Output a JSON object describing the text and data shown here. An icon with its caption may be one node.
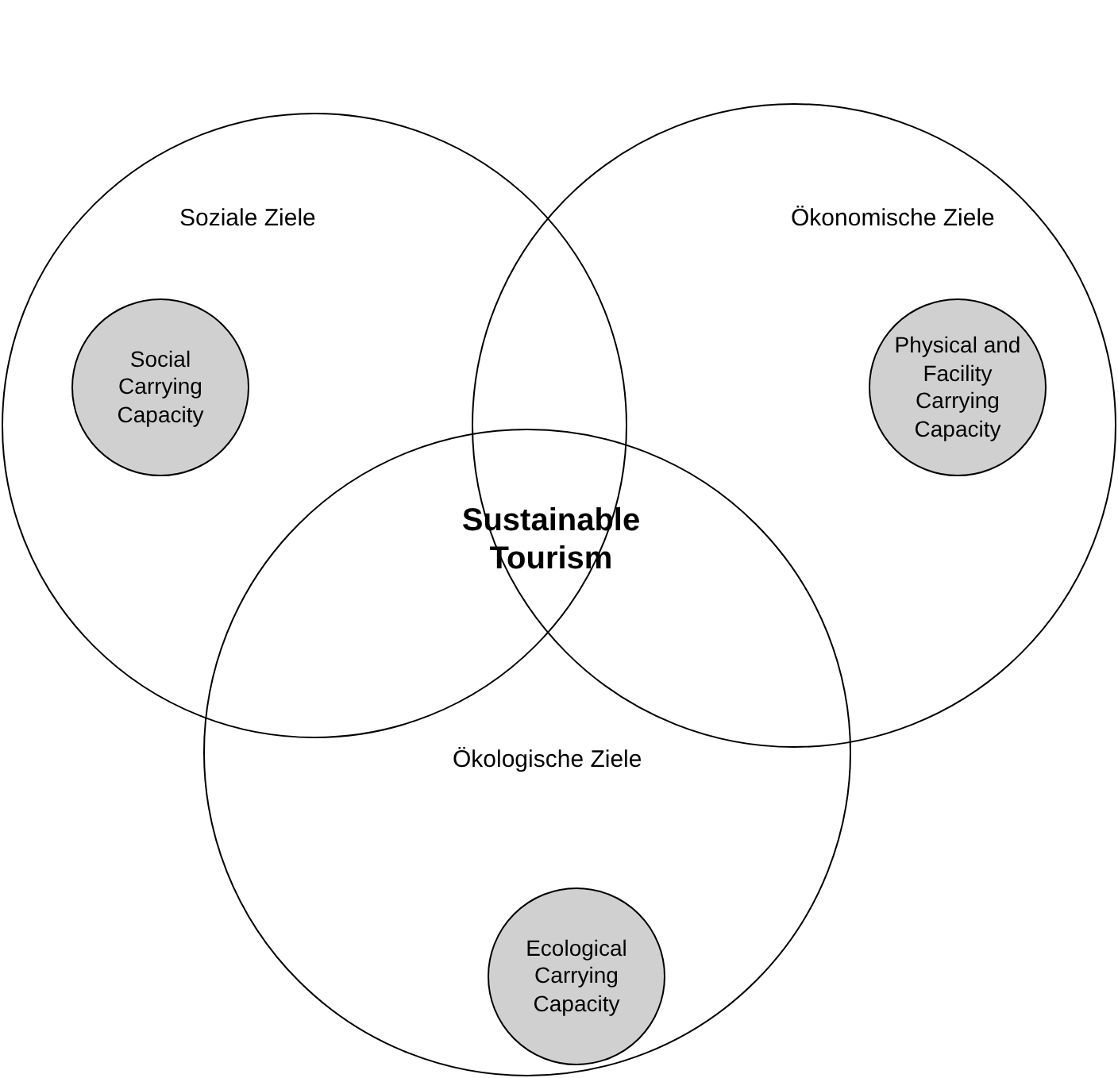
{
  "diagram": {
    "nodes": [
      {
        "text": [
          "Soziale Ziele"
        ]
      },
      {
        "text": [
          "Social Carrying Capacity"
        ],
        "in": 0
      },
      {
        "text": [
          "Ökonomische Ziele"
        ]
      },
      {
        "text": [
          "Physical and Facility Carrying Capacity"
        ],
        "in": 2
      },
      {
        "text": [
          "Ökologische Ziele"
        ]
      },
      {
        "text": [
          "Ecological Carrying Capacity"
        ],
        "in": 4
      }
    ],
    "edges": [],
    "labels": [
      "Sustainable Tourism"
    ]
  }
}
